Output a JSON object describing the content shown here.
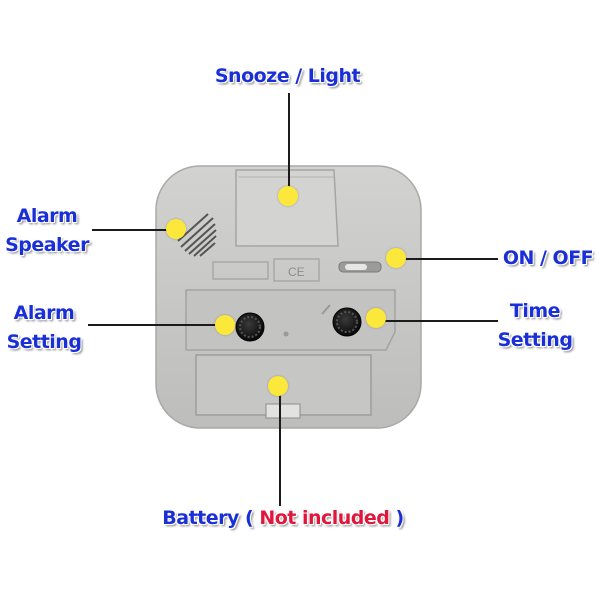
{
  "labels": {
    "snooze_light": "Snooze / Light",
    "alarm_speaker_line1": "Alarm",
    "alarm_speaker_line2": "Speaker",
    "on_off": "ON / OFF",
    "alarm_setting_line1": "Alarm",
    "alarm_setting_line2": "Setting",
    "time_setting_line1": "Time",
    "time_setting_line2": "Setting",
    "battery_prefix": "Battery (",
    "battery_note": "Not included",
    "battery_suffix": ")"
  },
  "device_marks": {
    "ce_mark": "CE"
  },
  "colors": {
    "label_text": "#1a2fd6",
    "label_highlight": "#e0163a",
    "marker_dot": "#fbe83a",
    "case": "#c9c9c7"
  }
}
